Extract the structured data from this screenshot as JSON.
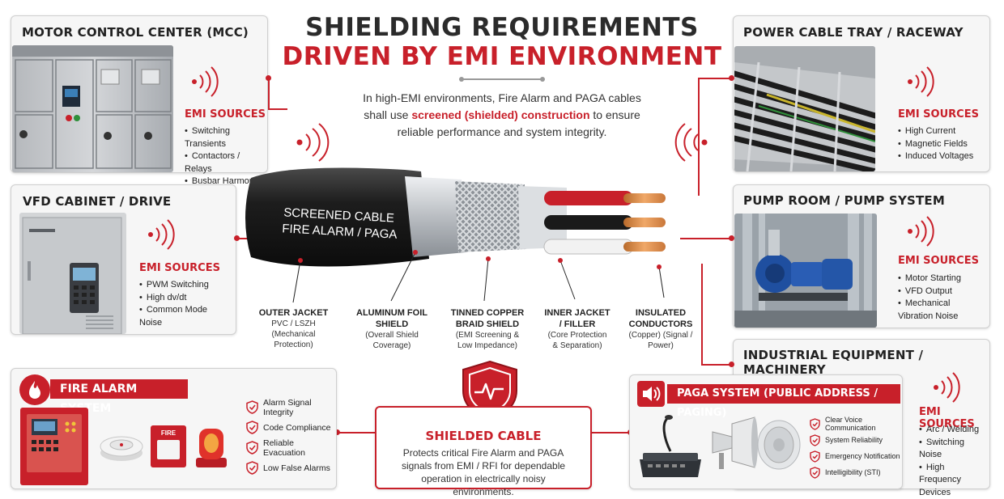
{
  "title": {
    "line1": "SHIELDING REQUIREMENTS",
    "line2": "DRIVEN BY EMI ENVIRONMENT"
  },
  "intro": {
    "before": "In high-EMI environments, Fire Alarm and PAGA cables shall use ",
    "highlight": "screened (shielded) construction",
    "after": " to ensure reliable performance and system integrity."
  },
  "panels": {
    "mcc": {
      "title": "MOTOR CONTROL CENTER (MCC)",
      "emi_heading": "EMI SOURCES",
      "sources": [
        "Switching Transients",
        "Contactors / Relays",
        "Busbar Harmonics"
      ]
    },
    "vfd": {
      "title": "VFD CABINET / DRIVE",
      "emi_heading": "EMI SOURCES",
      "sources": [
        "PWM Switching",
        "High dv/dt",
        "Common Mode Noise"
      ]
    },
    "tray": {
      "title": "POWER CABLE TRAY / RACEWAY",
      "emi_heading": "EMI SOURCES",
      "sources": [
        "High Current",
        "Magnetic Fields",
        "Induced Voltages"
      ]
    },
    "pump": {
      "title": "PUMP ROOM / PUMP SYSTEM",
      "emi_heading": "EMI SOURCES",
      "sources": [
        "Motor Starting",
        "VFD Output",
        "Mechanical Vibration Noise"
      ]
    },
    "industrial": {
      "title": "INDUSTRIAL EQUIPMENT / MACHINERY",
      "emi_heading": "EMI SOURCES",
      "sources": [
        "Arc / Welding",
        "Switching Noise",
        "High Frequency Devices"
      ]
    }
  },
  "cable": {
    "jacket_text_1": "SCREENED CABLE",
    "jacket_text_2": "FIRE ALARM / PAGA",
    "layers": [
      {
        "title": "OUTER JACKET",
        "desc": "PVC / LSZH (Mechanical Protection)"
      },
      {
        "title": "ALUMINUM FOIL SHIELD",
        "desc": "(Overall Shield Coverage)"
      },
      {
        "title": "TINNED COPPER BRAID SHIELD",
        "desc": "(EMI Screening & Low Impedance)"
      },
      {
        "title": "INNER JACKET / FILLER",
        "desc": "(Core Protection & Separation)"
      },
      {
        "title": "INSULATED CONDUCTORS",
        "desc": "(Copper) (Signal / Power)"
      }
    ]
  },
  "fire_alarm": {
    "title": "FIRE ALARM SYSTEM",
    "callpoint_label": "FIRE",
    "benefits": [
      "Alarm Signal Integrity",
      "Code Compliance",
      "Reliable Evacuation",
      "Low False Alarms"
    ]
  },
  "shielded": {
    "title": "SHIELDED CABLE",
    "desc": "Protects critical Fire Alarm and PAGA signals from EMI / RFI for dependable operation in electrically noisy environments."
  },
  "paga": {
    "title": "PAGA SYSTEM (PUBLIC ADDRESS / PAGING)",
    "benefits": [
      "Clear Voice Communication",
      "System Reliability",
      "Emergency Notification",
      "Intelligibility (STI)"
    ]
  },
  "colors": {
    "accent": "#c8202a",
    "dark": "#2b2b2b",
    "panel": "#f6f6f6"
  }
}
